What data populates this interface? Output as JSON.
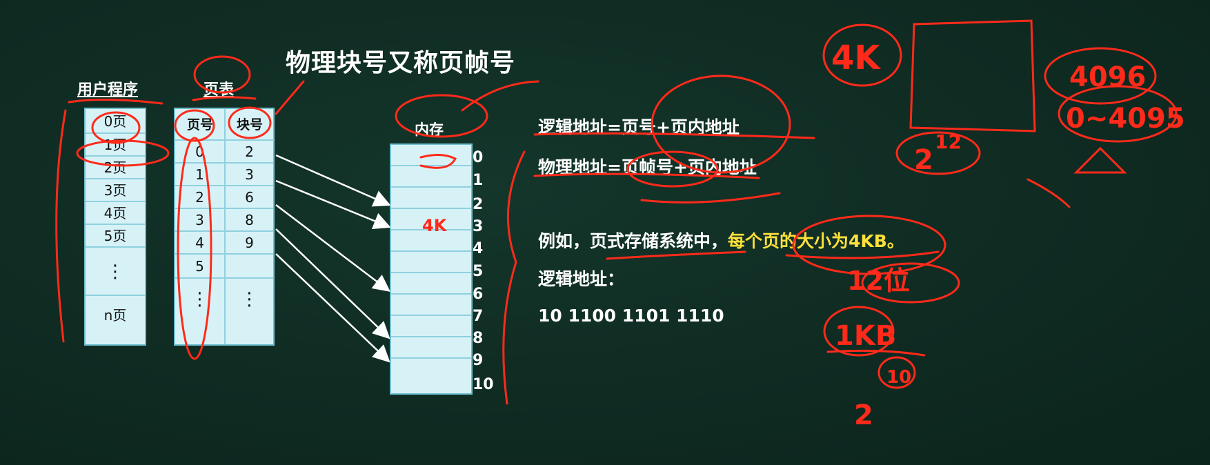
{
  "title": "物理块号又称页帧号",
  "labels": {
    "user_program": "用户程序",
    "page_table": "页表",
    "memory": "内存"
  },
  "user_pages": [
    "0页",
    "1页",
    "2页",
    "3页",
    "4页",
    "5页",
    "⋮",
    "n页"
  ],
  "page_table": {
    "headers": [
      "页号",
      "块号"
    ],
    "page_numbers": [
      "0",
      "1",
      "2",
      "3",
      "4",
      "5",
      "⋮"
    ],
    "block_numbers": [
      "2",
      "3",
      "6",
      "8",
      "9",
      "",
      "⋮"
    ]
  },
  "memory_indices": [
    "0",
    "1",
    "2",
    "3",
    "4",
    "5",
    "6",
    "7",
    "8",
    "9",
    "10"
  ],
  "memory_mark": "4K",
  "formulas": {
    "logical": "逻辑地址=页号+页内地址",
    "physical": "物理地址=页帧号+页内地址"
  },
  "example": {
    "prefix": "例如，页式存储系统中，",
    "highlight": "每个页的大小为4KB。",
    "logical_label": "逻辑地址：",
    "binary": "10 1100 1101 1110"
  },
  "annotations": {
    "left_4k": "4K",
    "top_4096": "4096",
    "range": "0~4095",
    "pow": "2",
    "pow_exp": "12",
    "bits": "12位",
    "one_kb": "1KB",
    "two": "2",
    "ten": "10"
  },
  "colors": {
    "background": "#0f2b22",
    "cell_fill": "#d7f2f7",
    "cell_border": "#6fc0d0",
    "highlight": "#ffe03a",
    "ink": "#ff2a1a"
  }
}
